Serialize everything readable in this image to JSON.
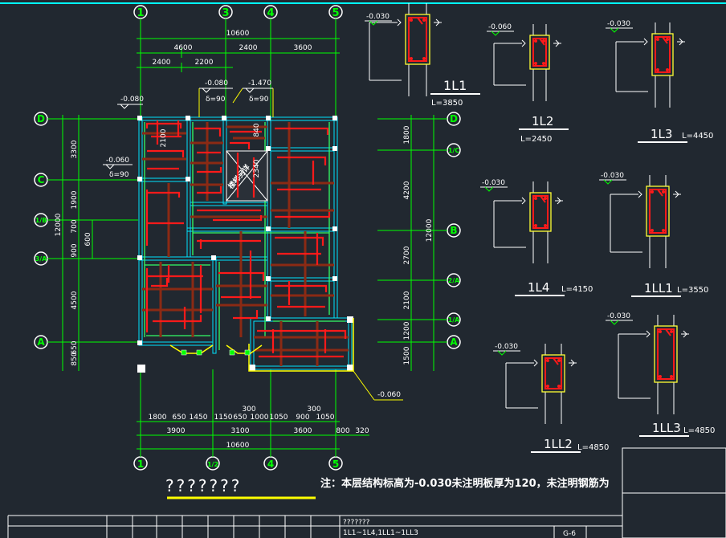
{
  "top_axes": [
    "1",
    "3",
    "4",
    "5"
  ],
  "bottom_axes": [
    "1",
    "1/2",
    "4",
    "5"
  ],
  "left_axes": [
    "D",
    "C",
    "1/B",
    "3/A",
    "A"
  ],
  "right_axes": [
    "D",
    "1/C",
    "B",
    "2/A",
    "1/A",
    "A"
  ],
  "top_dims": {
    "total": "10600",
    "row2": [
      "4600",
      "2400",
      "3600"
    ],
    "row3": [
      "2400",
      "2200"
    ]
  },
  "bottom_dims": {
    "row1": [
      "1800",
      "650",
      "1450",
      "1150",
      "650",
      "1000",
      "1050",
      "900",
      "1050"
    ],
    "row1_small": [
      "300",
      "300"
    ],
    "row2": [
      "3900",
      "3100",
      "3600",
      "800",
      "320"
    ],
    "total": "10600"
  },
  "left_dims": {
    "total": "12000",
    "segments": [
      "3300",
      "1900",
      "700",
      "900",
      "4500",
      "850",
      "650"
    ],
    "extra": "600"
  },
  "right_dims": {
    "total": "12000",
    "segments": [
      "1800",
      "4200",
      "2700",
      "2100",
      "1200",
      "1500"
    ]
  },
  "elevations": {
    "e1": "-0.080",
    "e2": "-0.060",
    "e3": "-0.080",
    "e4": "-1.470",
    "e5": "-0.060",
    "slab_a": "δ=90",
    "slab_b": "δ=90",
    "slab_c": "δ=90"
  },
  "plan_labels": {
    "d2100": "2100",
    "d840": "840",
    "d2340": "2340",
    "stair": "楼梯另详"
  },
  "sections": [
    {
      "name": "1L1",
      "length": "L=3850",
      "elev": "-0.030"
    },
    {
      "name": "1L2",
      "length": "L=2450",
      "elev": "-0.060"
    },
    {
      "name": "1L3",
      "length": "L=4450",
      "elev": "-0.030"
    },
    {
      "name": "1L4",
      "length": "L=4150",
      "elev": "-0.030"
    },
    {
      "name": "1LL1",
      "length": "L=3550",
      "elev": "-0.030"
    },
    {
      "name": "1LL2",
      "length": "L=4850",
      "elev": "-0.030"
    },
    {
      "name": "1LL3",
      "length": "L=4850",
      "elev": "-0.030"
    }
  ],
  "drawing_title": "???????",
  "note": "注：本层结构标高为-0.030未注明板厚为120，未注明钢筋为",
  "title_block": {
    "cell1": "???????",
    "cell2": "1L1~1L4,1LL1~1LL3",
    "sheet": "G-6"
  },
  "colors": {
    "background": "#212830",
    "axis": "#00ff00",
    "wall": "#00e5ff",
    "rebar": "#ff1a1a",
    "beam": "#8b2a14",
    "dim": "#ffffff",
    "section": "#ffff33",
    "leader": "#ffff00",
    "frame": "#00ffff"
  }
}
